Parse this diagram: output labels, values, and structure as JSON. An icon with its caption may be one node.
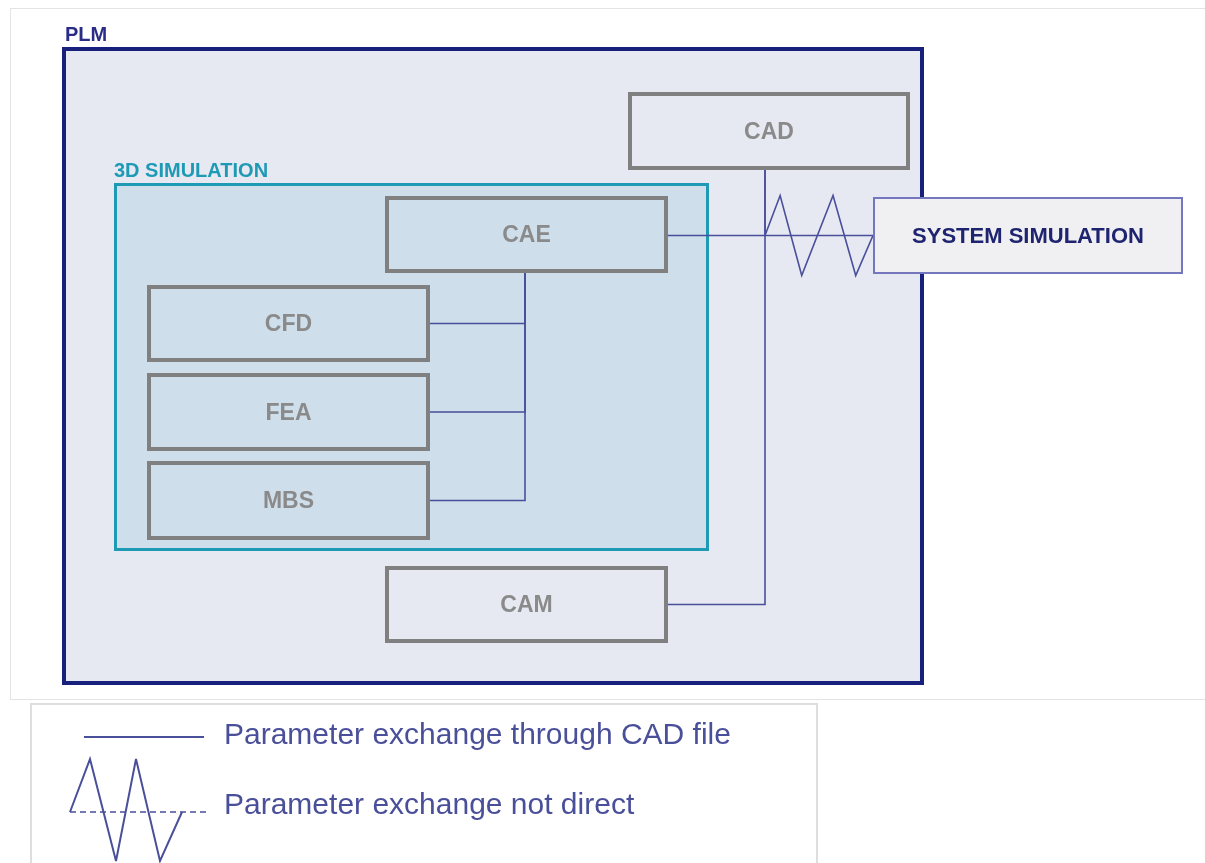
{
  "diagram": {
    "nodes": [
      {
        "text": [
          "PLM"
        ]
      },
      {
        "text": [
          "3D SIMULATION"
        ],
        "in": 0
      },
      {
        "text": [
          "CAD"
        ],
        "in": 0
      },
      {
        "text": [
          "CAE"
        ],
        "in": 1
      },
      {
        "text": [
          "CFD"
        ],
        "in": 1
      },
      {
        "text": [
          "FEA"
        ],
        "in": 1
      },
      {
        "text": [
          "MBS"
        ],
        "in": 1
      },
      {
        "text": [
          "CAM"
        ],
        "in": 0
      },
      {
        "text": [
          "SYSTEM SIMULATION"
        ]
      }
    ],
    "edges": [
      {
        "from": 4,
        "to": 3,
        "arrow": "none"
      },
      {
        "from": 5,
        "to": 3,
        "arrow": "none"
      },
      {
        "from": 6,
        "to": 3,
        "arrow": "none"
      },
      {
        "from": 7,
        "to": 2,
        "arrow": "none"
      },
      {
        "from": 3,
        "to": 8,
        "arrow": "none"
      },
      {
        "from": 2,
        "to": 8,
        "arrow": "none"
      }
    ],
    "legend": [
      {
        "text": "Parameter exchange through CAD file"
      },
      {
        "text": "Parameter exchange not direct"
      }
    ]
  }
}
